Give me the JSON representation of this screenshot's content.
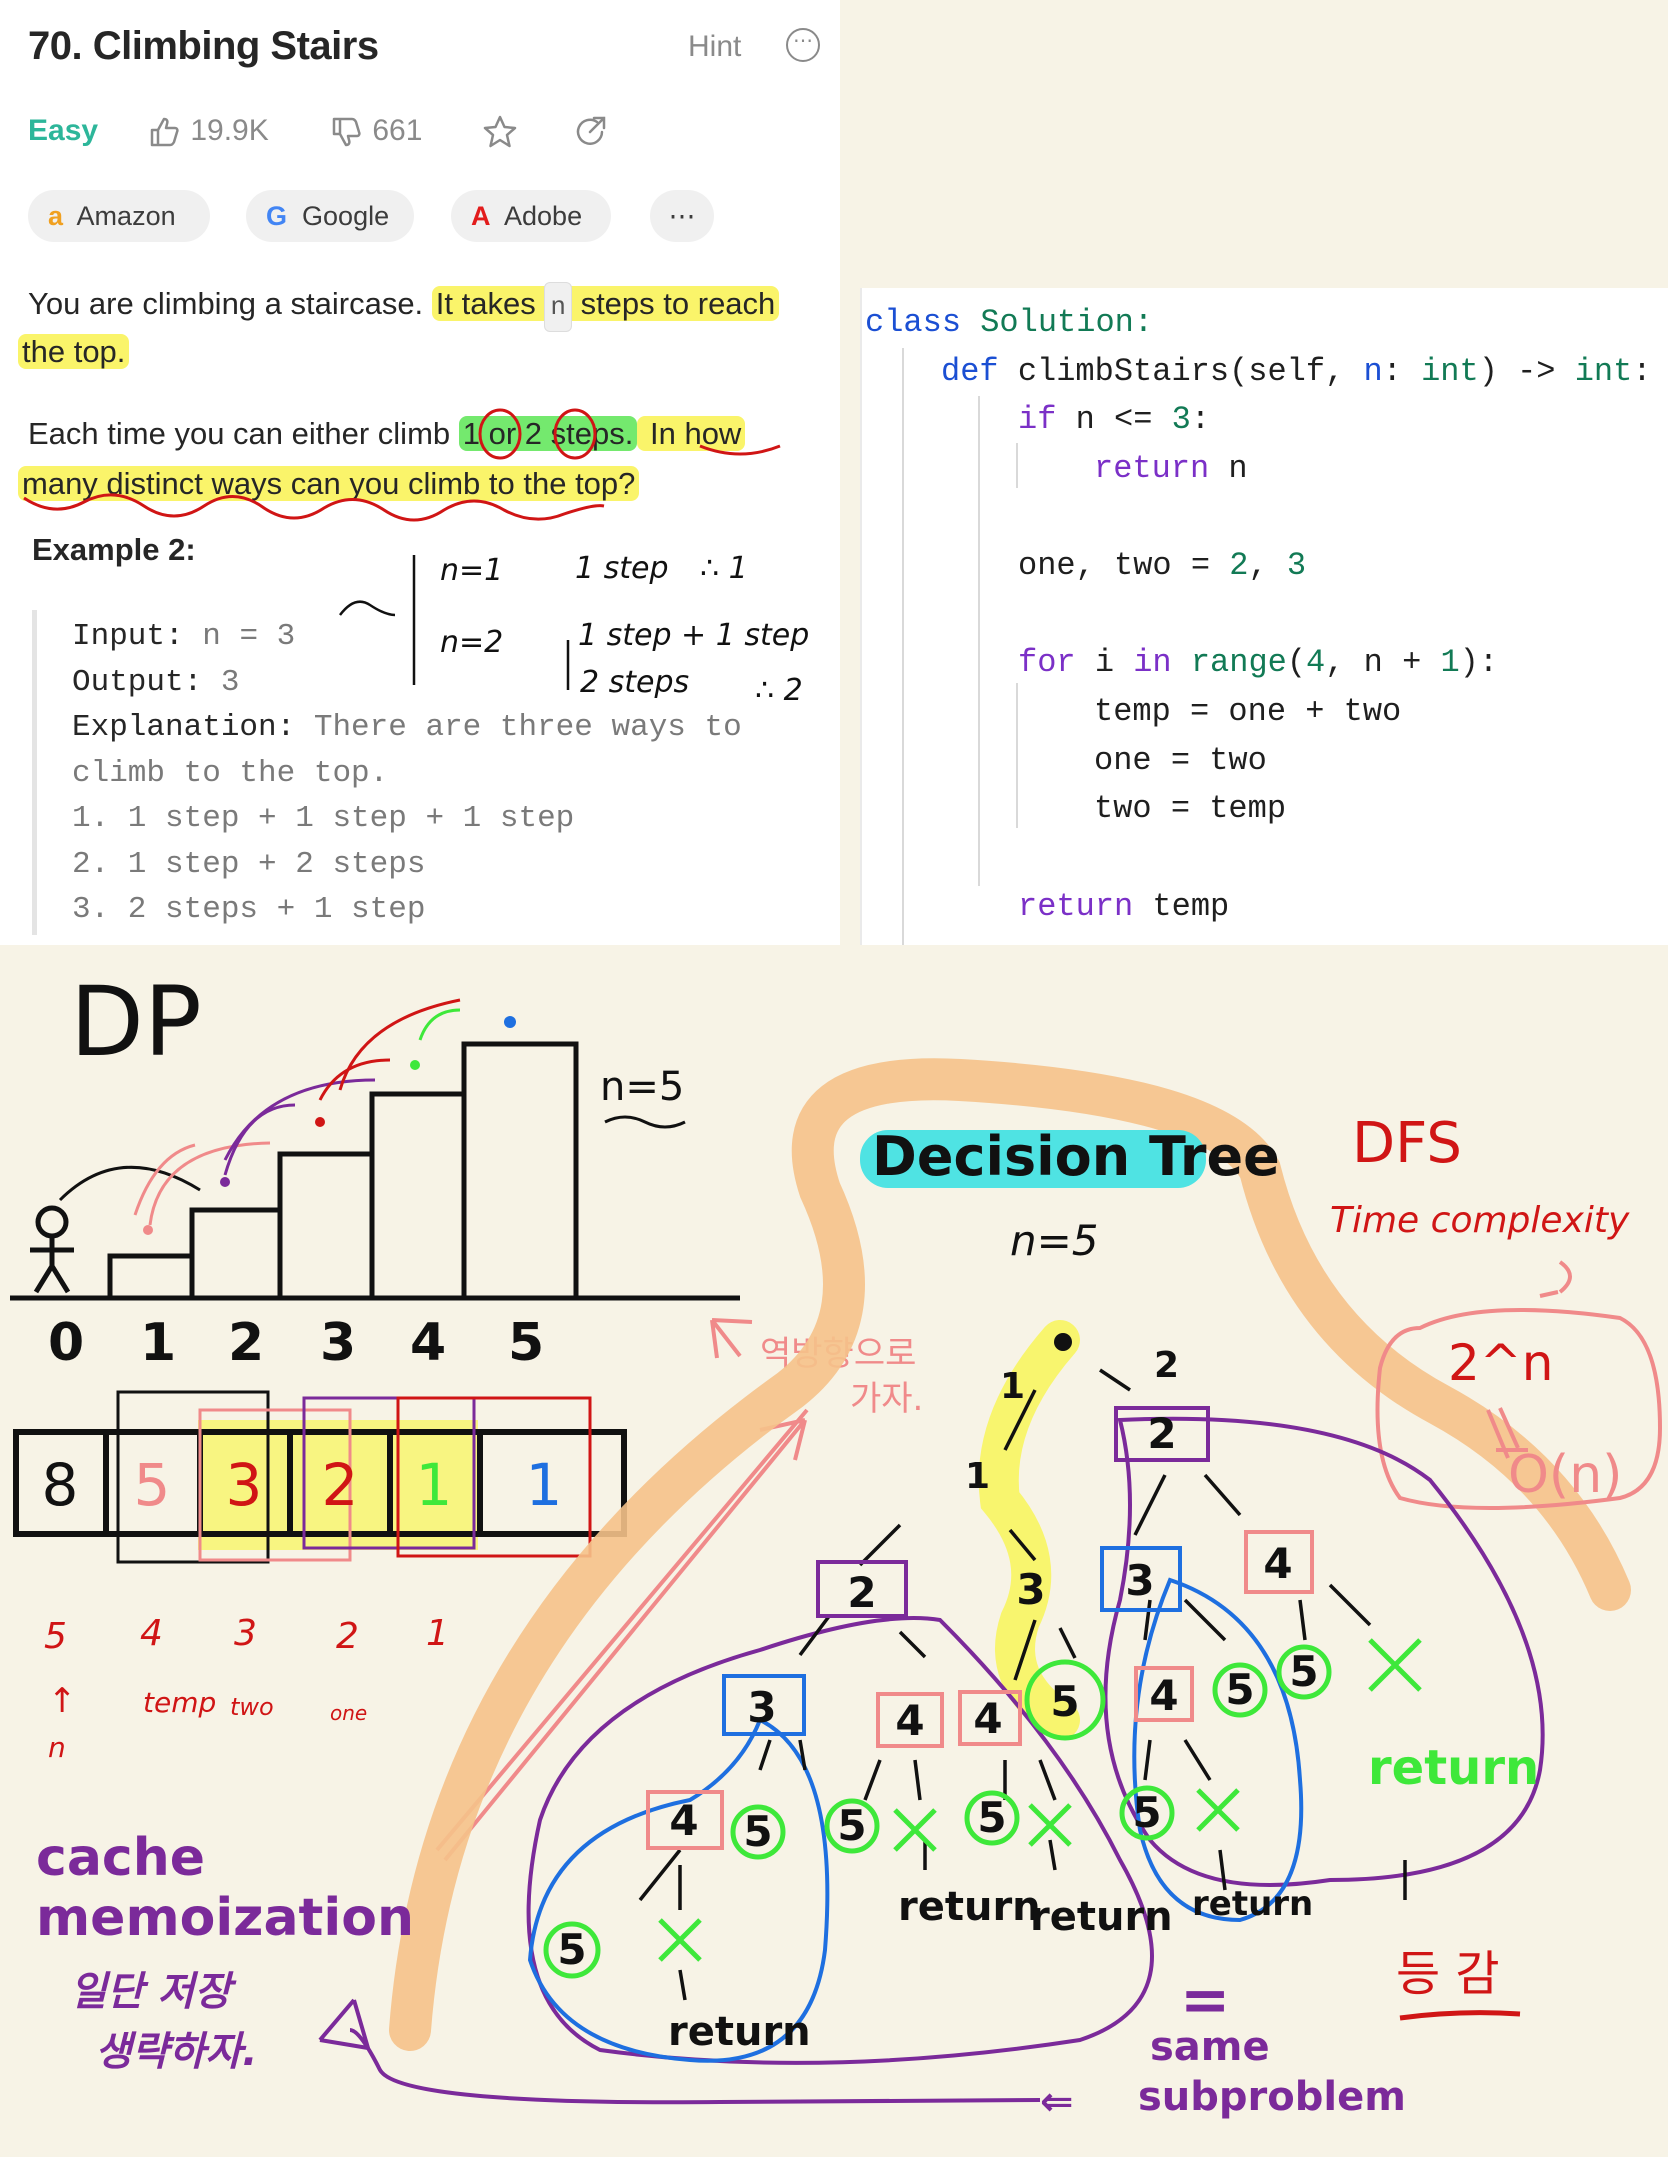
{
  "problem": {
    "title": "70. Climbing Stairs",
    "hint_label": "Hint",
    "more_label": "⋯",
    "difficulty": "Easy",
    "likes": "19.9K",
    "dislikes": "661",
    "companies": [
      "Amazon",
      "Google",
      "Adobe"
    ],
    "companies_more": "⋯",
    "desc1_a": "You are climbing a staircase. ",
    "desc1_b": "It takes ",
    "desc1_n": "n",
    "desc1_c": " steps to reach",
    "desc1_d": "the top.",
    "desc2_a": "Each time you can either climb ",
    "desc2_one": "1",
    "desc2_or": " or ",
    "desc2_two": "2",
    "desc2_steps": " steps.",
    "desc2_b": " In how",
    "desc2_c": "many distinct ways can you climb to the top?",
    "example_title": "Example 2:",
    "input_label": "Input: ",
    "input_value": "n = 3",
    "output_label": "Output: ",
    "output_value": "3",
    "explanation_label": "Explanation: ",
    "explanation_1": "There are three ways to",
    "explanation_2": "climb to the top.",
    "ways": [
      "1. 1 step + 1 step + 1 step",
      "2. 1 step + 2 steps",
      "3. 2 steps + 1 step"
    ]
  },
  "code": {
    "l1_kw": "class",
    "l1_name": " Solution:",
    "l2_kw": "def",
    "l2_fn": " climbStairs",
    "l2_rest": "(self, ",
    "l2_n": "n",
    "l2_colon": ": ",
    "l2_int": "int",
    "l2_arrow": ") -> ",
    "l2_int2": "int",
    "l2_end": ":",
    "l3_kw": "if",
    "l3_rest": " n <= ",
    "l3_num": "3",
    "l3_end": ":",
    "l4_kw": "return",
    "l4_rest": " n",
    "l5_a": "one, two = ",
    "l5_n1": "2",
    "l5_c": ", ",
    "l5_n2": "3",
    "l6_kw": "for",
    "l6_a": " i ",
    "l6_in": "in",
    "l6_fn": " range",
    "l6_p": "(",
    "l6_n4": "4",
    "l6_b": ", n + ",
    "l6_n1": "1",
    "l6_e": "):",
    "l7": "temp = one + two",
    "l8": "one = two",
    "l9": "two = temp",
    "l10_kw": "return",
    "l10_rest": " temp"
  },
  "notes": {
    "n1": "n=1",
    "step1": "1 step",
    "res1": "∴ 1",
    "n2": "n=2",
    "step2a": "1 step + 1 step",
    "step2b": "2 steps",
    "res2": "∴ 2",
    "dp": "DP",
    "n5": "n=5",
    "stairs": [
      "0",
      "1",
      "2",
      "3",
      "4",
      "5"
    ],
    "array": [
      "8",
      "5",
      "3",
      "2",
      "1",
      "1"
    ],
    "below_nums": [
      "5",
      "4",
      "3",
      "2",
      "1"
    ],
    "below_labels": [
      "temp",
      "two",
      "one"
    ],
    "arrow_n": "↑",
    "n_under": "n",
    "korean": "역방향으로",
    "korean2": "가자.",
    "cache": "cache",
    "memo": "memoization",
    "korean3": "일단 저장",
    "korean4": "생략하자.",
    "decision": "Decision Tree",
    "n5b": "n=5",
    "dfs": "DFS",
    "time": "Time complexity",
    "two_n": "2^n",
    "big_o": "O(n)",
    "same": "same",
    "sub": "subproblem",
    "equals": "=",
    "left_arrow": "⇐",
    "return_word": "return",
    "korean5": "등 감",
    "tree_one": "1",
    "tree_two": "2",
    "node_labels": [
      "2",
      "3",
      "4",
      "5",
      "3",
      "4",
      "5",
      "5",
      "4",
      "4",
      "5",
      "5",
      "5",
      "5",
      "3",
      "4",
      "5",
      "5",
      "4",
      "5"
    ]
  },
  "colors": {
    "easy": "#2db69a",
    "highlight_yellow": "#faf46a",
    "highlight_green": "#74e96e",
    "red_pen": "#d01515",
    "purple_pen": "#7b2a9a",
    "blue_pen": "#1e6fe0",
    "green_pen": "#3ee83a",
    "pink_pen": "#f08a8a",
    "orange_marker": "#f5c28a",
    "cyan_marker": "#4fe3e3"
  }
}
